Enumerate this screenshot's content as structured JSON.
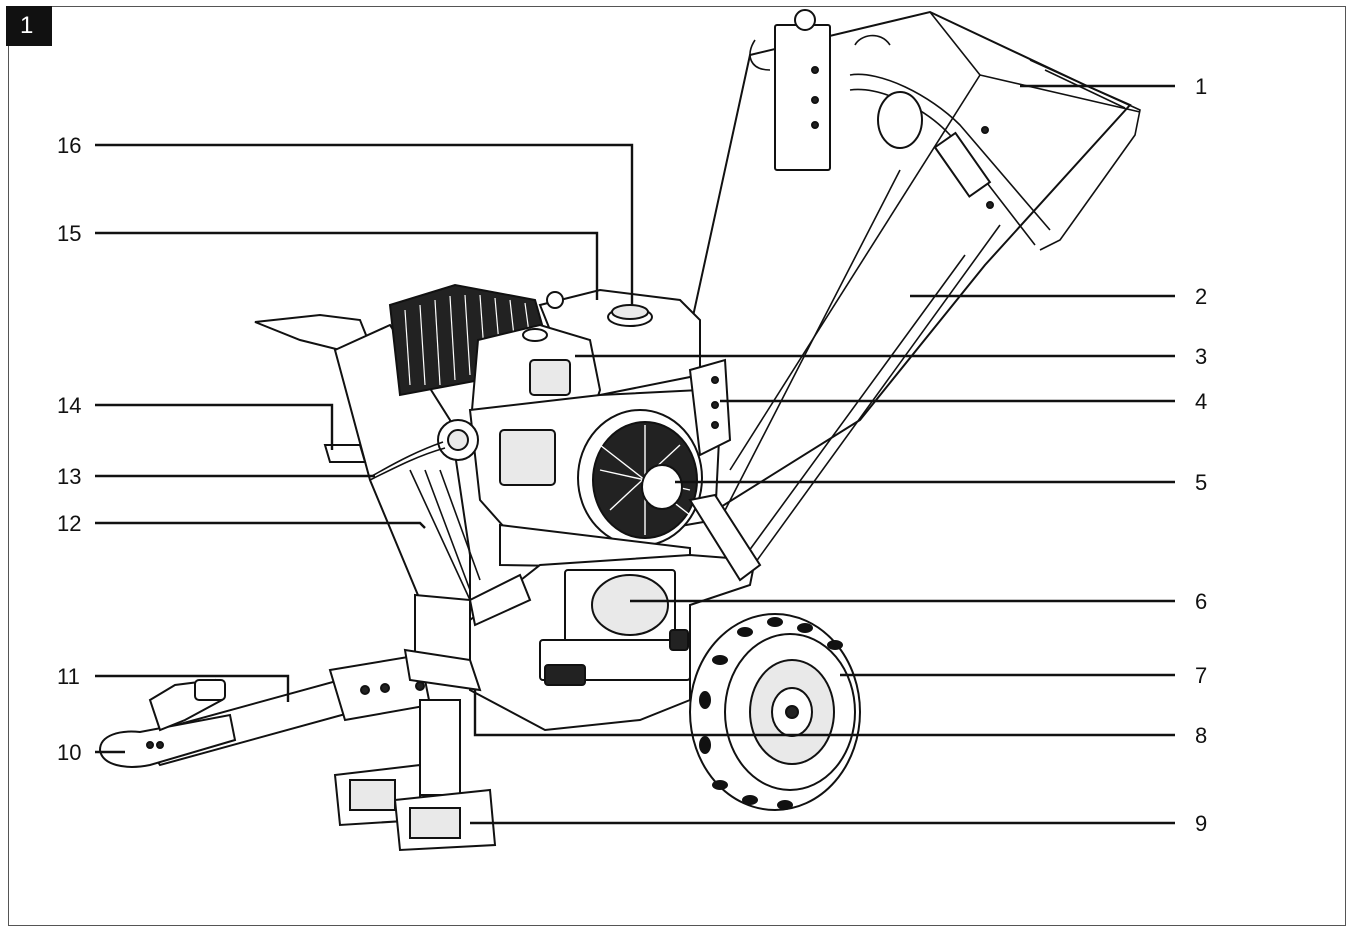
{
  "figure": {
    "number": "1"
  },
  "callouts": [
    {
      "id": "1",
      "label": "1"
    },
    {
      "id": "2",
      "label": "2"
    },
    {
      "id": "3",
      "label": "3"
    },
    {
      "id": "4",
      "label": "4"
    },
    {
      "id": "5",
      "label": "5"
    },
    {
      "id": "6",
      "label": "6"
    },
    {
      "id": "7",
      "label": "7"
    },
    {
      "id": "8",
      "label": "8"
    },
    {
      "id": "9",
      "label": "9"
    },
    {
      "id": "10",
      "label": "10"
    },
    {
      "id": "11",
      "label": "11"
    },
    {
      "id": "12",
      "label": "12"
    },
    {
      "id": "13",
      "label": "13"
    },
    {
      "id": "14",
      "label": "14"
    },
    {
      "id": "15",
      "label": "15"
    },
    {
      "id": "16",
      "label": "16"
    }
  ]
}
